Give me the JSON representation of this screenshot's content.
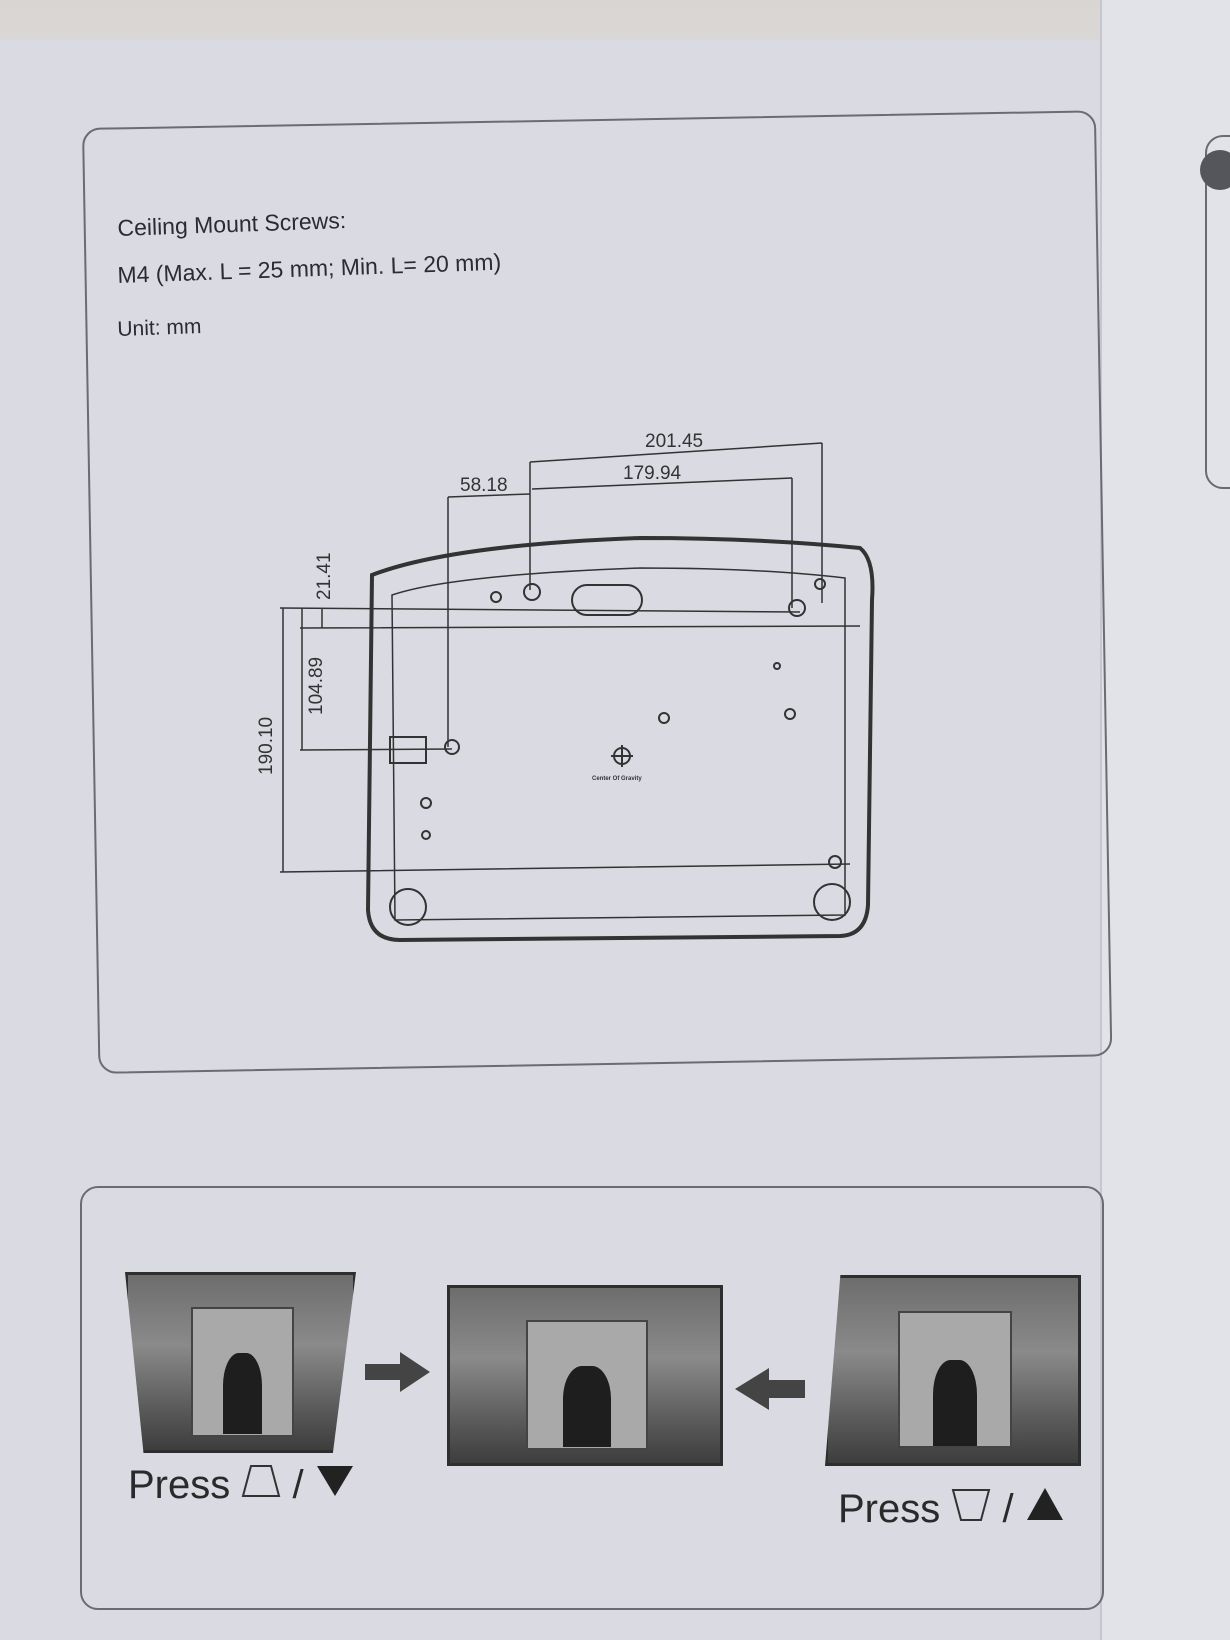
{
  "mount_info": {
    "title": "Ceiling Mount Screws:",
    "screw_spec": "M4 (Max. L = 25 mm; Min. L= 20 mm)",
    "unit": "Unit: mm"
  },
  "diagram": {
    "dimensions": [
      "201.45",
      "179.94",
      "58.18",
      "21.41",
      "104.89",
      "190.10"
    ],
    "center_label": "Center Of Gravity"
  },
  "keystone": {
    "press_left": "Press",
    "press_right": "Press",
    "separator": "/"
  }
}
